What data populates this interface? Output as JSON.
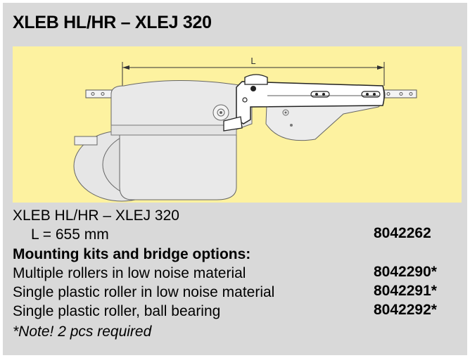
{
  "title": "XLEB HL/HR – XLEJ 320",
  "figure": {
    "dimension_label": "L"
  },
  "product": {
    "name": "XLEB HL/HR – XLEJ 320",
    "length": "L = 655 mm",
    "code": "8042262"
  },
  "kits": {
    "heading": "Mounting kits and bridge options:",
    "items": [
      {
        "label": "Multiple rollers in low noise material",
        "code": "8042290*"
      },
      {
        "label": "Single plastic roller in low noise material",
        "code": "8042291*"
      },
      {
        "label": "Single plastic roller, ball bearing",
        "code": "8042292*"
      }
    ]
  },
  "note": "*Note! 2 pcs required"
}
